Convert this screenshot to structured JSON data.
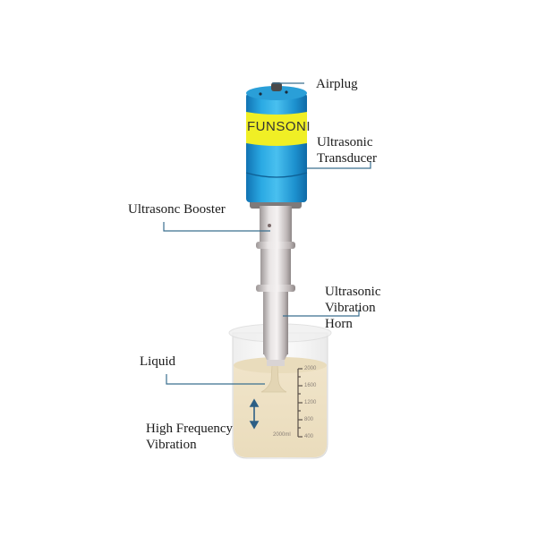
{
  "diagram": {
    "brand_text": "FUNSONI",
    "labels": {
      "airplug": "Airplug",
      "transducer_line1": "Ultrasonic",
      "transducer_line2": "Transducer",
      "booster": "Ultrasonc Booster",
      "horn_line1": "Ultrasonic",
      "horn_line2": "Vibration",
      "horn_line3": "Horn",
      "liquid": "Liquid",
      "vibration_line1": "High Frequency",
      "vibration_line2": "Vibration"
    },
    "beaker": {
      "volume_label": "2000ml",
      "scale_ticks": [
        "2000",
        "1600",
        "1200",
        "800",
        "400"
      ]
    },
    "colors": {
      "transducer_blue": "#1f9fd6",
      "brand_band_yellow": "#f2f21e",
      "leader_line": "#3a6f8f",
      "liquid": "#efe3c8",
      "metal": "#cfcaca"
    }
  }
}
